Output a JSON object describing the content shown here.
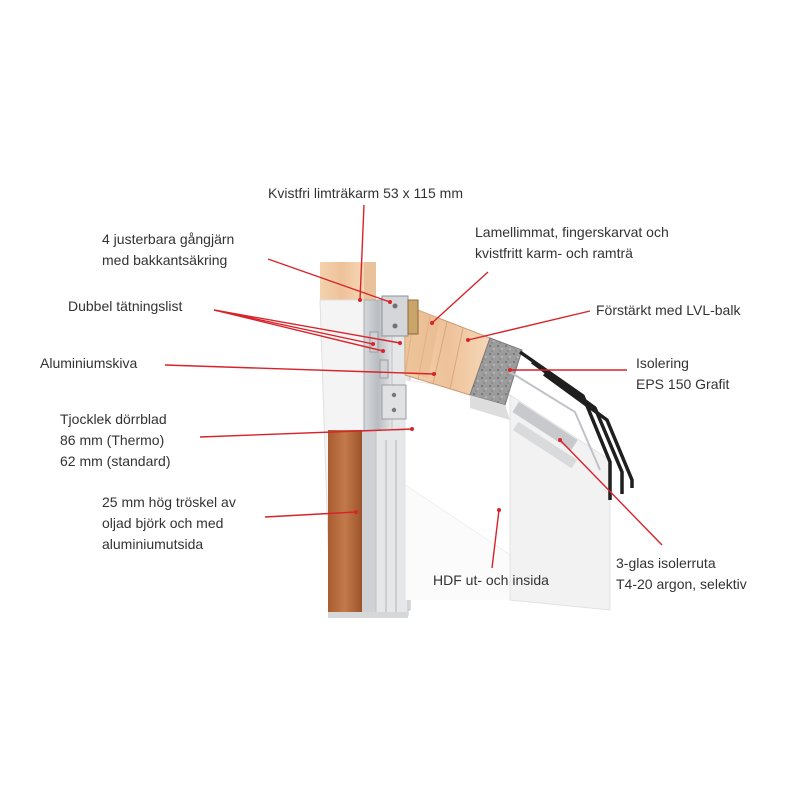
{
  "colors": {
    "leader": "#d8232a",
    "text": "#333333",
    "wood": "#efc9a0",
    "wood_dark": "#c98a5c",
    "white_panel": "#ffffff",
    "panel_shadow": "#dcdcdc",
    "aluminium": "#c9ccd0",
    "threshold": "#b5683a",
    "insulation": "#9a9a9a",
    "glass_frame": "#222222"
  },
  "labels": {
    "frame": [
      "Kvistfri limträkarm 53 x 115 mm"
    ],
    "hinges": [
      "4 justerbara gångjärn",
      "med bakkantsäkring"
    ],
    "laminated": [
      "Lamellimmat, fingerskarvat och",
      "kvistfritt karm- och ramträ"
    ],
    "seal": [
      "Dubbel tätningslist"
    ],
    "lvl": [
      "Förstärkt med LVL-balk"
    ],
    "alu_sheet": [
      "Aluminiumskiva"
    ],
    "insulation": [
      "Isolering",
      "EPS 150 Grafit"
    ],
    "thickness": [
      "Tjocklek dörrblad",
      "86 mm (Thermo)",
      "62 mm (standard)"
    ],
    "threshold": [
      "25 mm hög tröskel av",
      "oljad björk och med",
      "aluminiumutsida"
    ],
    "glass": [
      "3-glas isolerruta",
      "T4-20 argon, selektiv"
    ],
    "hdf": [
      "HDF ut- och insida"
    ]
  }
}
